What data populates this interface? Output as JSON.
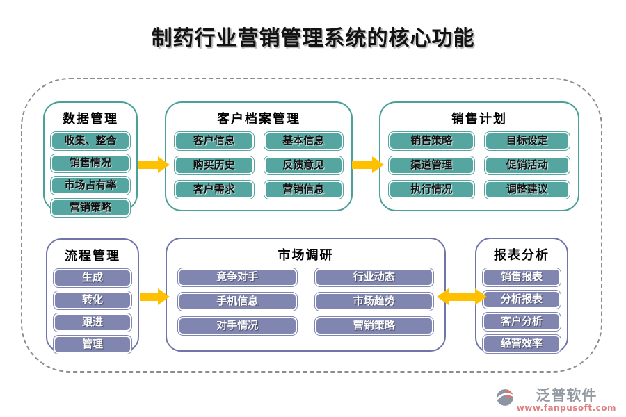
{
  "title": "制药行业营销管理系统的核心功能",
  "colors": {
    "teal_fill": "#55A6A0",
    "teal_border": "#4BA09A",
    "purple_fill": "#8186B1",
    "purple_border": "#6F74A9",
    "arrow": "#FFC000",
    "frame_border": "#8C8C8C",
    "header_text": "#000000",
    "teal_item_text": "#111111",
    "purple_item_text": "#FFFFFF",
    "watermark_text": "#9199A1",
    "watermark_url": "#DF8080"
  },
  "boxes": [
    {
      "title": "数据管理",
      "theme": "teal",
      "columns": 1,
      "items": [
        "收集、整合",
        "销售情况",
        "市场占有率",
        "营销策略"
      ]
    },
    {
      "title": "客户档案管理",
      "theme": "teal",
      "columns": 2,
      "items": [
        "客户信息",
        "基本信息",
        "购买历史",
        "反馈意见",
        "客户需求",
        "营销信息"
      ]
    },
    {
      "title": "销售计划",
      "theme": "teal",
      "columns": 2,
      "items": [
        "销售策略",
        "目标设定",
        "渠道管理",
        "促销活动",
        "执行情况",
        "调整建议"
      ]
    },
    {
      "title": "流程管理",
      "theme": "purple",
      "columns": 1,
      "items": [
        "生成",
        "转化",
        "跟进",
        "管理"
      ]
    },
    {
      "title": "市场调研",
      "theme": "purple",
      "columns": 2,
      "items": [
        "竞争对手",
        "行业动态",
        "手机信息",
        "市场趋势",
        "对手情况",
        "营销策略"
      ]
    },
    {
      "title": "报表分析",
      "theme": "purple",
      "columns": 1,
      "items": [
        "销售报表",
        "分析报表",
        "客户分析",
        "经营效率"
      ]
    }
  ],
  "arrows": [
    {
      "direction": "right"
    },
    {
      "direction": "right"
    },
    {
      "direction": "right"
    },
    {
      "direction": "both"
    }
  ],
  "watermark": {
    "brand": "泛普软件",
    "url": "www.fanpusoft.com"
  }
}
